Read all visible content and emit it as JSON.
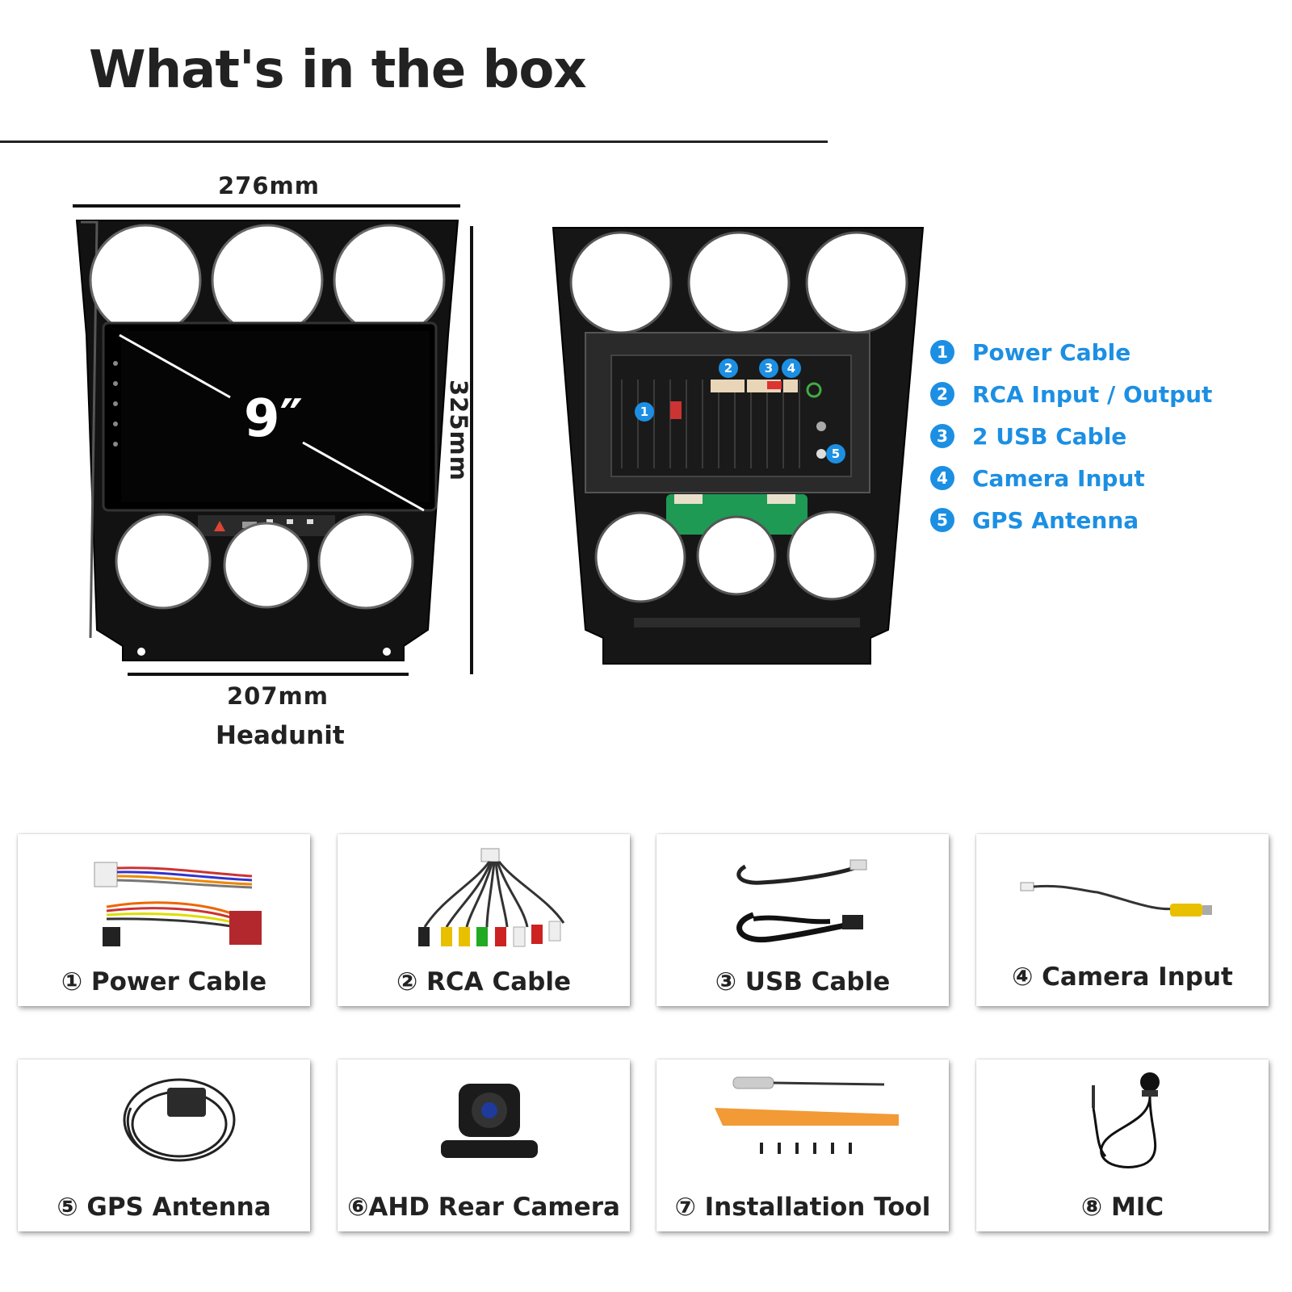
{
  "header": {
    "title": "What's in the box"
  },
  "headunit": {
    "width_top": "276mm",
    "width_bottom": "207mm",
    "height": "325mm",
    "screen_size": "9″",
    "caption": "Headunit"
  },
  "rear_legend": {
    "items": [
      {
        "num": "1",
        "label": "Power Cable"
      },
      {
        "num": "2",
        "label": "RCA Input / Output"
      },
      {
        "num": "3",
        "label": "2 USB Cable"
      },
      {
        "num": "4",
        "label": "Camera Input"
      },
      {
        "num": "5",
        "label": "GPS Antenna"
      }
    ],
    "accent_color": "#1c8fe3"
  },
  "accessories": [
    {
      "label": "① Power Cable"
    },
    {
      "label": "② RCA Cable"
    },
    {
      "label": "③  USB Cable"
    },
    {
      "label": "④ Camera Input"
    },
    {
      "label": "⑤ GPS Antenna"
    },
    {
      "label": "⑥AHD Rear Camera"
    },
    {
      "label": "⑦ Installation Tool"
    },
    {
      "label": "⑧ MIC"
    }
  ]
}
